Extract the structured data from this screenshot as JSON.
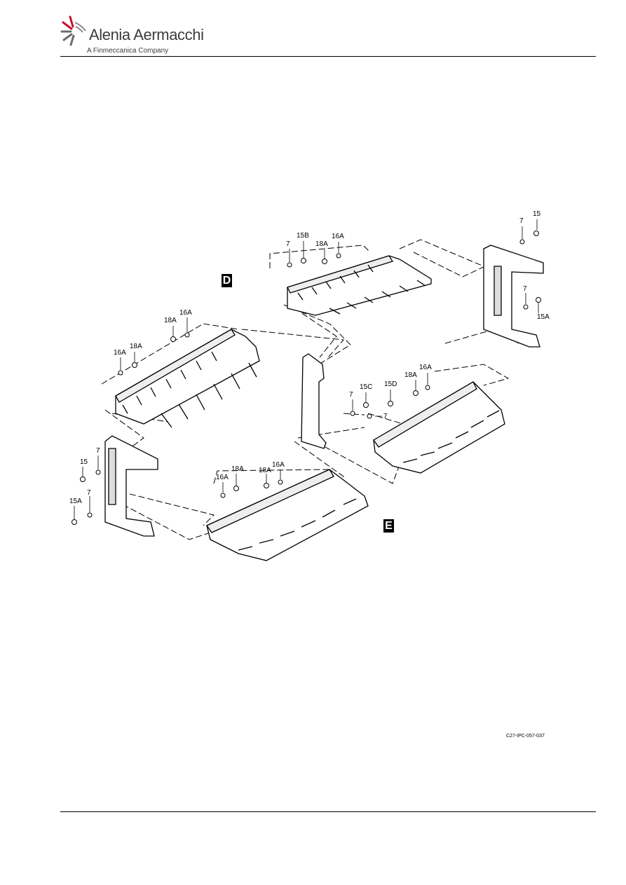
{
  "header": {
    "brand_name": "Alenia Aermacchi",
    "brand_subtitle": "A Finmeccanica Company"
  },
  "figure": {
    "view_labels": [
      "D",
      "E"
    ],
    "callouts": [
      "15",
      "7",
      "15B",
      "7",
      "18A",
      "16A",
      "7",
      "15A",
      "16A",
      "18A",
      "16A",
      "18A",
      "16A",
      "18A",
      "15C",
      "15D",
      "7",
      "7",
      "15",
      "7",
      "15A",
      "7",
      "16A",
      "18A",
      "18A",
      "16A"
    ],
    "figure_code": "C27-IPC-057-037"
  }
}
